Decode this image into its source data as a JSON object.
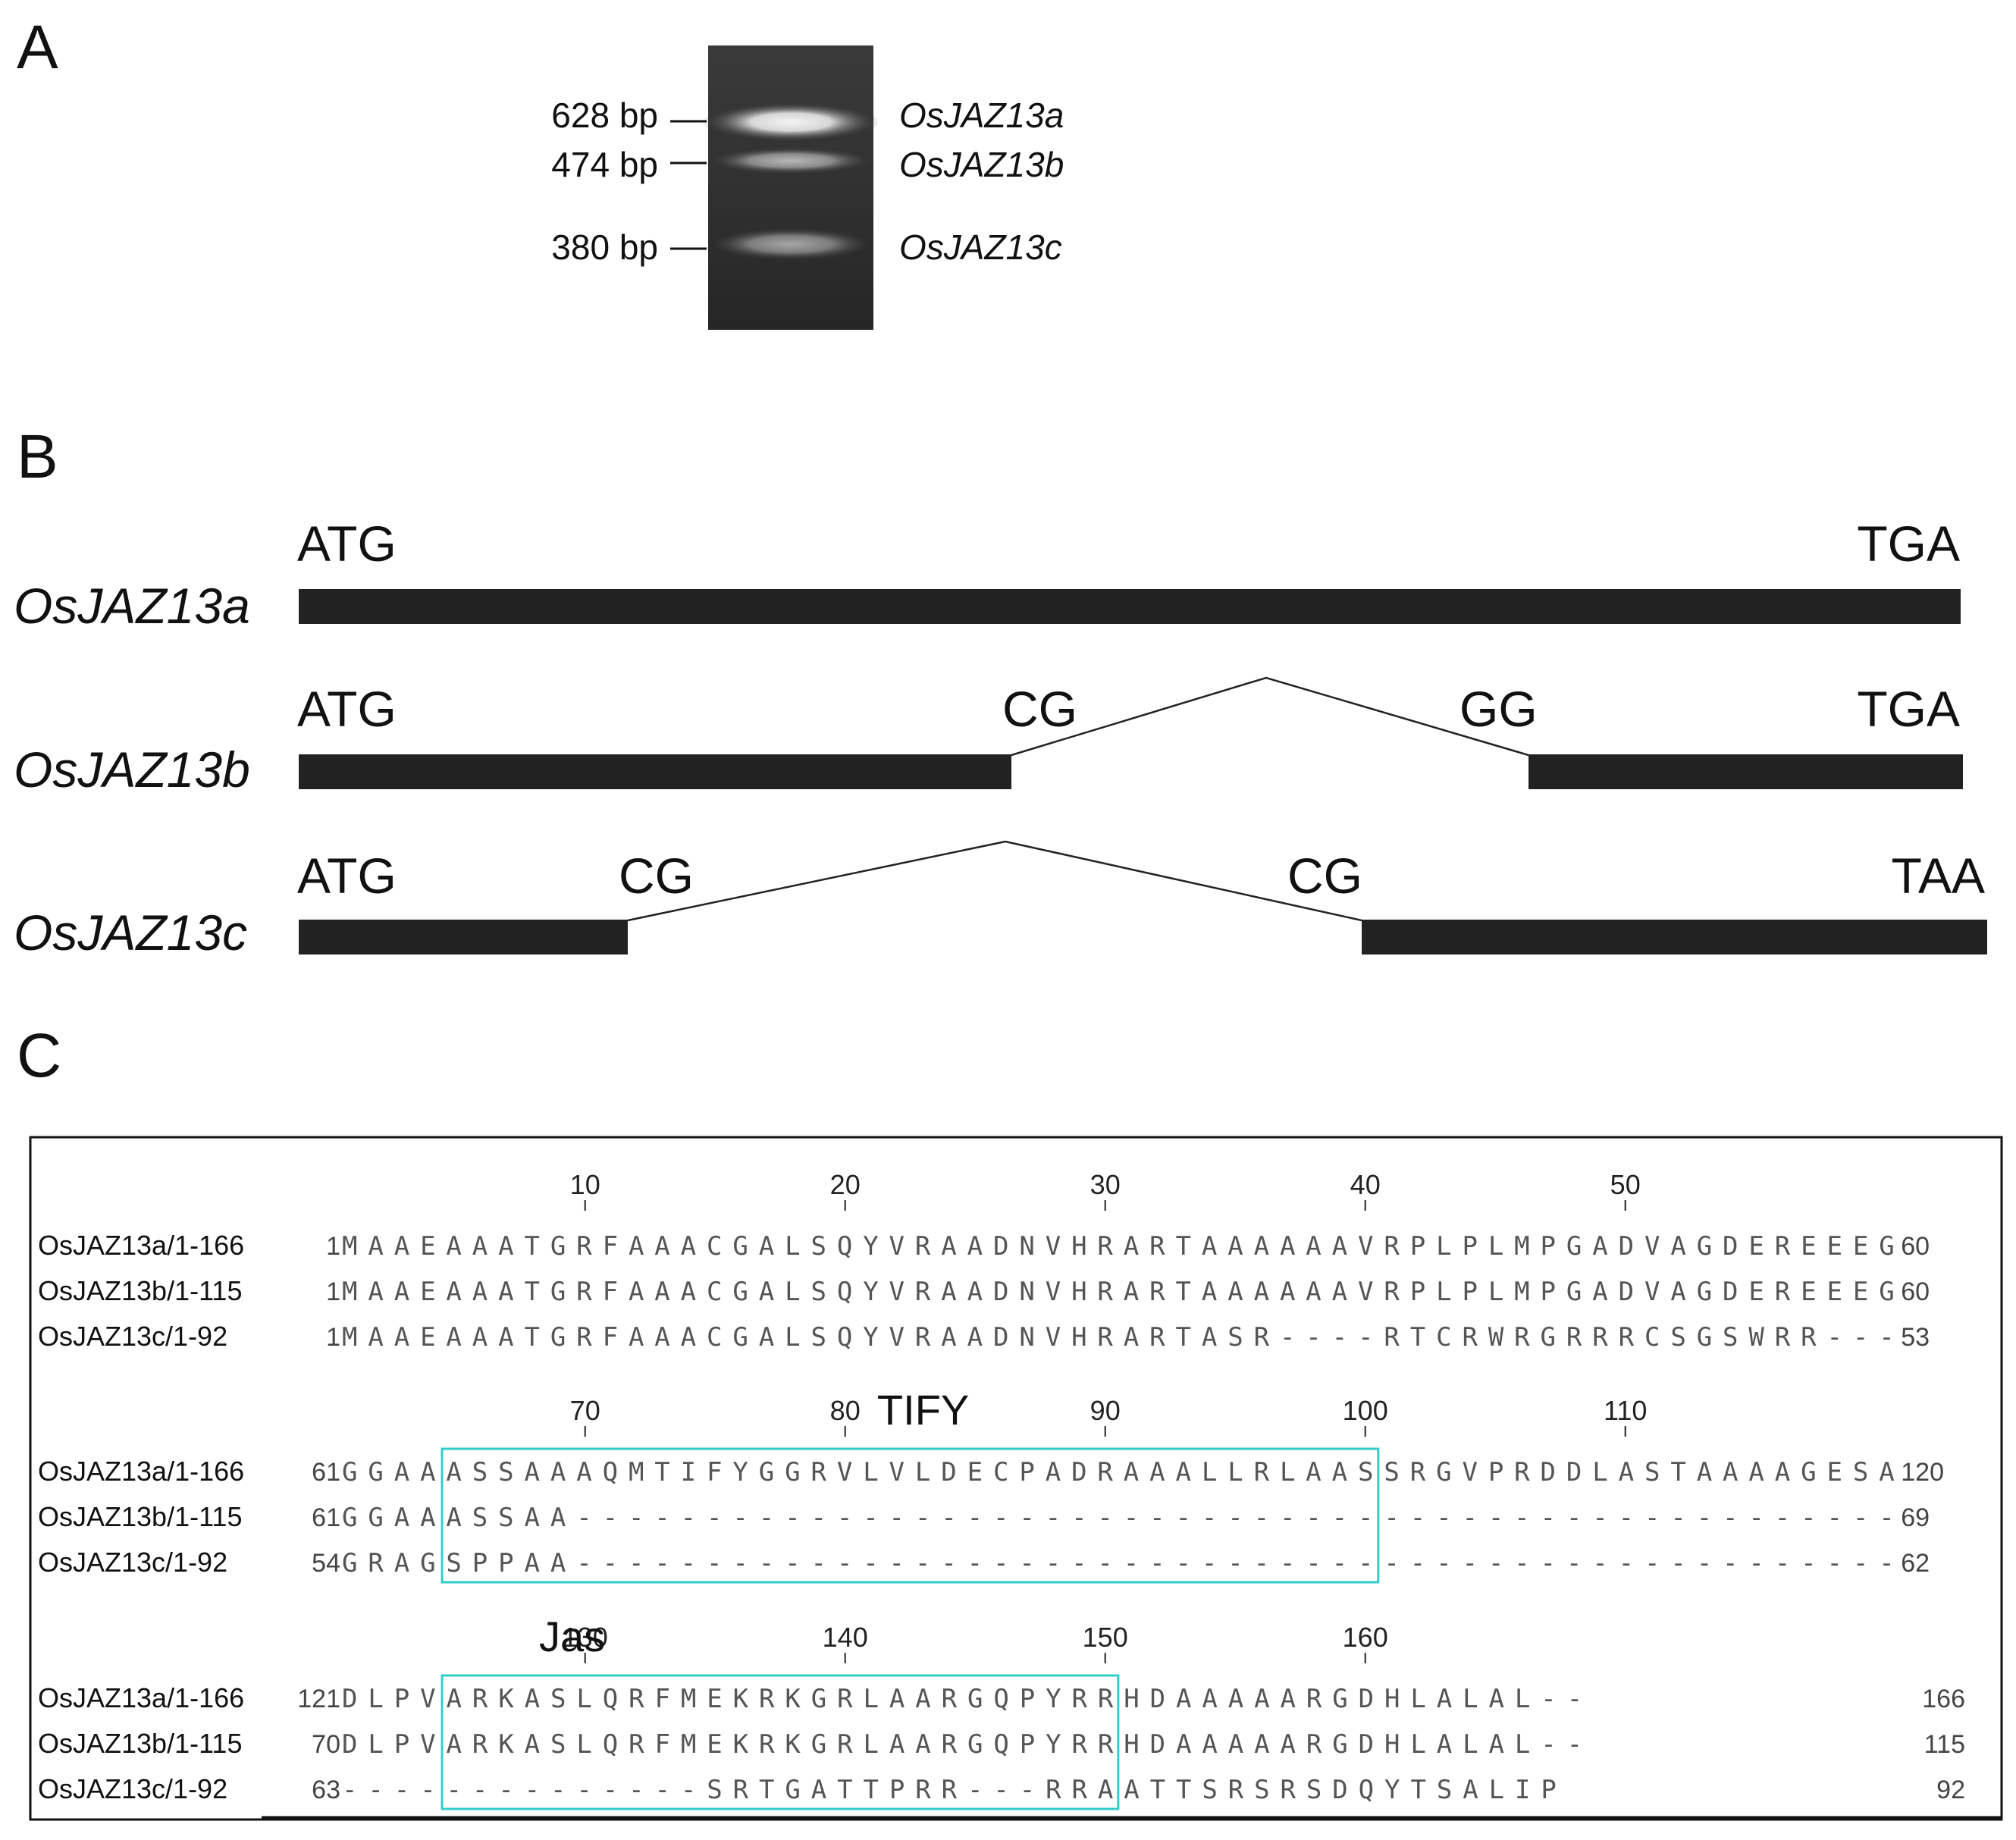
{
  "panels": {
    "a": "A",
    "b": "B",
    "c": "C"
  },
  "gel": {
    "ladder": [
      "628 bp",
      "474 bp",
      "380 bp"
    ],
    "bands": [
      "OsJAZ13a",
      "OsJAZ13b",
      "OsJAZ13c"
    ]
  },
  "structure": {
    "rows": [
      {
        "name": "OsJAZ13a",
        "start": "ATG",
        "end": "TGA",
        "splice": null
      },
      {
        "name": "OsJAZ13b",
        "start": "ATG",
        "end": "TGA",
        "splice": {
          "donor": "CG",
          "acceptor": "GG"
        }
      },
      {
        "name": "OsJAZ13c",
        "start": "ATG",
        "end": "TAA",
        "splice": {
          "donor": "CG",
          "acceptor": "CG"
        }
      }
    ]
  },
  "alignment": {
    "blocks": [
      {
        "ruler": [
          "10",
          "20",
          "30",
          "40",
          "50"
        ],
        "box_label": "",
        "rows": [
          {
            "name": "OsJAZ13a/1-166",
            "start": "1",
            "seq": "MAAEAAATGRFAAACGALSQYVRAADNVHRARTAAAAAAVRPLPLMPGADVAGDEREEEG",
            "end": "60"
          },
          {
            "name": "OsJAZ13b/1-115",
            "start": "1",
            "seq": "MAAEAAATGRFAAACGALSQYVRAADNVHRARTAAAAAAVRPLPLMPGADVAGDEREEEG",
            "end": "60"
          },
          {
            "name": "OsJAZ13c/1-92",
            "start": "1",
            "seq": "MAAEAAATGRFAAACGALSQYVRAADNVHRARTASR----RTCRWRGRRRCSGSWRR---",
            "end": "53"
          }
        ]
      },
      {
        "ruler": [
          "70",
          "80",
          "90",
          "100",
          "110"
        ],
        "box_label": "TIFY",
        "rows": [
          {
            "name": "OsJAZ13a/1-166",
            "start": "61",
            "seq": "GGAAASSAAAQMTIFYGGRVLVLDECPADRAAALLRLAASSRGVPRDDLASTAAAAGESA",
            "end": "120"
          },
          {
            "name": "OsJAZ13b/1-115",
            "start": "61",
            "seq": "GGAAASSAA---------------------------------------------------",
            "end": "69"
          },
          {
            "name": "OsJAZ13c/1-92",
            "start": "54",
            "seq": "GRAGSPPAA---------------------------------------------------",
            "end": "62"
          }
        ]
      },
      {
        "ruler": [
          "130",
          "140",
          "150",
          "160"
        ],
        "box_label": "Jas",
        "rows": [
          {
            "name": "OsJAZ13a/1-166",
            "start": "121",
            "seq": "DLPVARKASLQRFMEKRKGRLAARGQPYRRHDAAAAARGDHLALAL--",
            "end": "166"
          },
          {
            "name": "OsJAZ13b/1-115",
            "start": "70",
            "seq": "DLPVARKASLQRFMEKRKGRLAARGQPYRRHDAAAAARGDHLALAL--",
            "end": "115"
          },
          {
            "name": "OsJAZ13c/1-92",
            "start": "63",
            "seq": "--------------SRTGATTPRR---RRAATTSRSRSDQYTSALIP",
            "end": "92"
          }
        ]
      }
    ]
  },
  "colors": {
    "bar": "#222222",
    "box": "#33cccc",
    "residue": "#555555",
    "text": "#111111"
  }
}
